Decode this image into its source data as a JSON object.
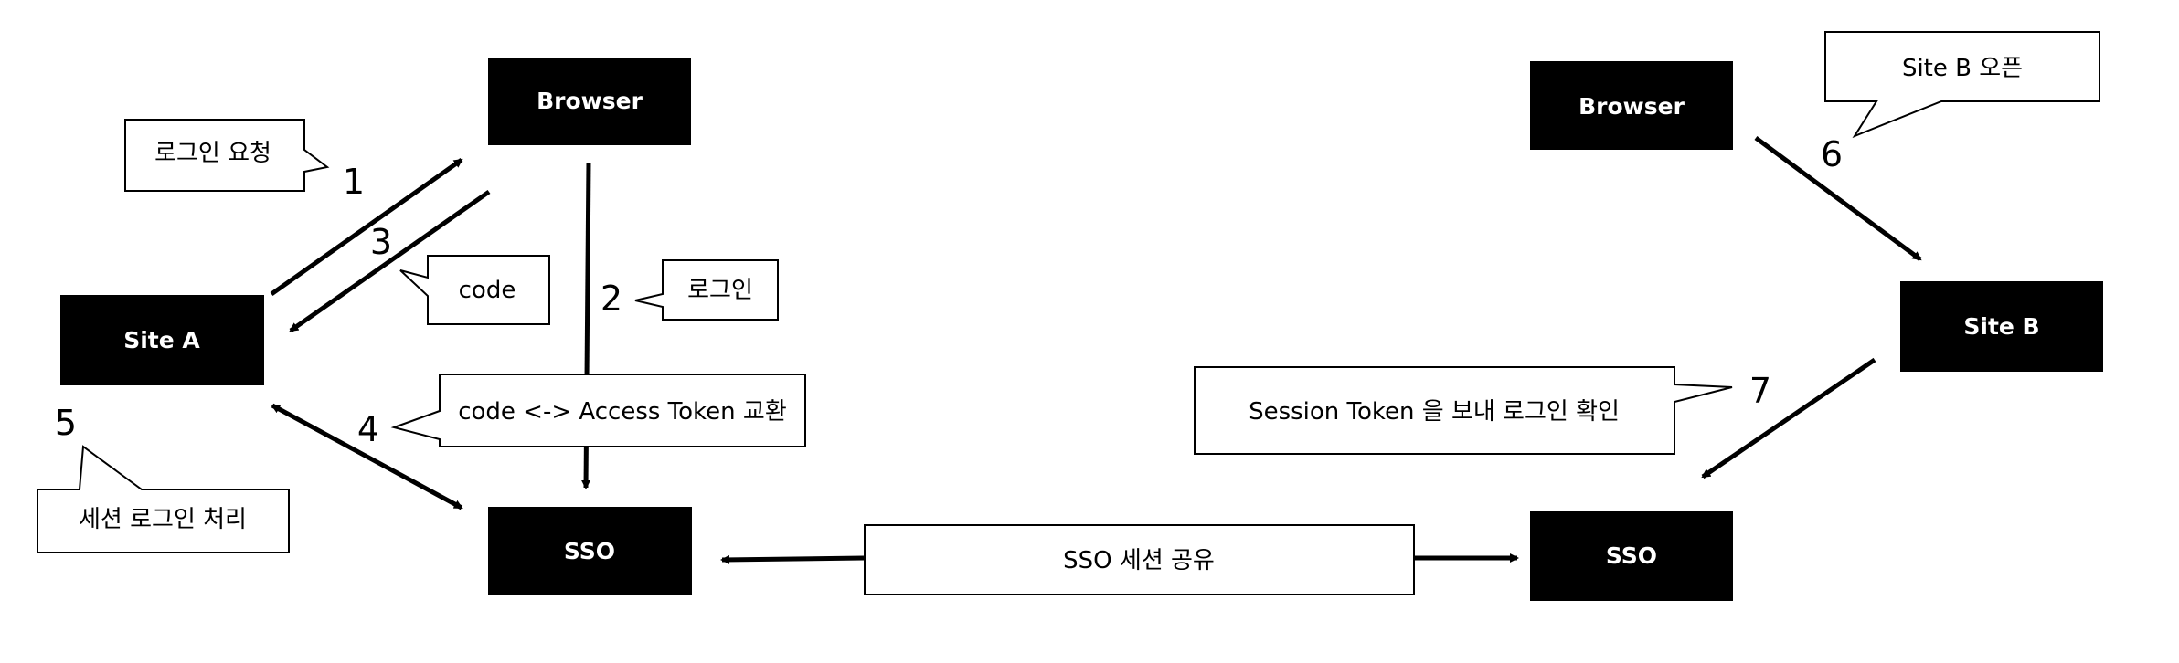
{
  "nodes": {
    "browser_a": "Browser",
    "site_a": "Site A",
    "sso_a": "SSO",
    "browser_b": "Browser",
    "site_b": "Site B",
    "sso_b": "SSO"
  },
  "steps": {
    "s1": "1",
    "s2": "2",
    "s3": "3",
    "s4": "4",
    "s5": "5",
    "s6": "6",
    "s7": "7"
  },
  "callouts": {
    "login_request": "로그인 요청",
    "code": "code",
    "login": "로그인",
    "token_exchange": "code <-> Access Token 교환",
    "session_login": "세션 로그인 처리",
    "site_b_open": "Site B 오픈",
    "session_token_check": "Session Token 을 보내 로그인 확인",
    "sso_session_share": "SSO 세션 공유"
  },
  "colors": {
    "node_fill": "#000000",
    "node_text": "#ffffff",
    "line": "#000000",
    "callout_fill": "#ffffff"
  }
}
